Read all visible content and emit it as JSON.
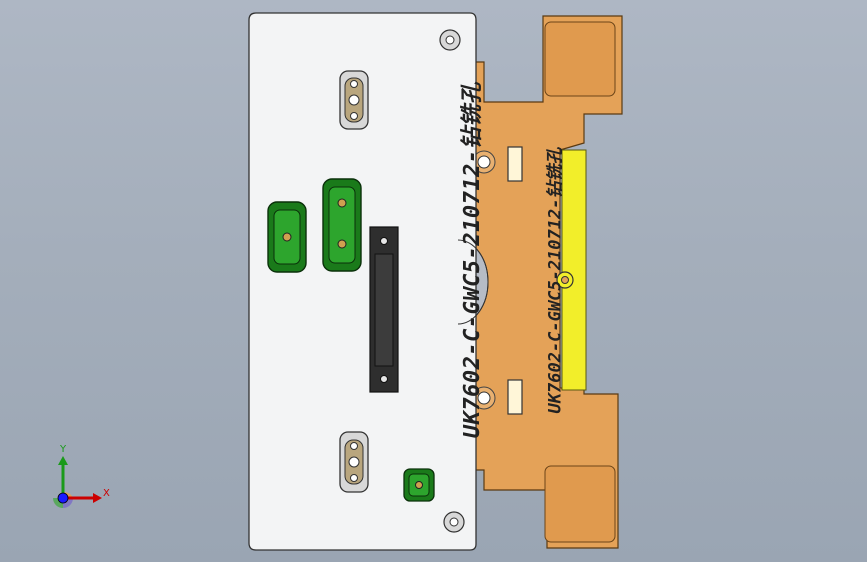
{
  "engraving_text": "UK7602-C-GWC5-210712-钻铣孔",
  "triad": {
    "x_label": "X",
    "y_label": "Y"
  },
  "colors": {
    "background": "#a8b2bf",
    "white_plate": "#f3f4f5",
    "orange_plate": "#e4a258",
    "yellow_strip": "#f2ee2a",
    "green_pad": "#1f8f1f",
    "dark_block": "#2e2e2e"
  }
}
